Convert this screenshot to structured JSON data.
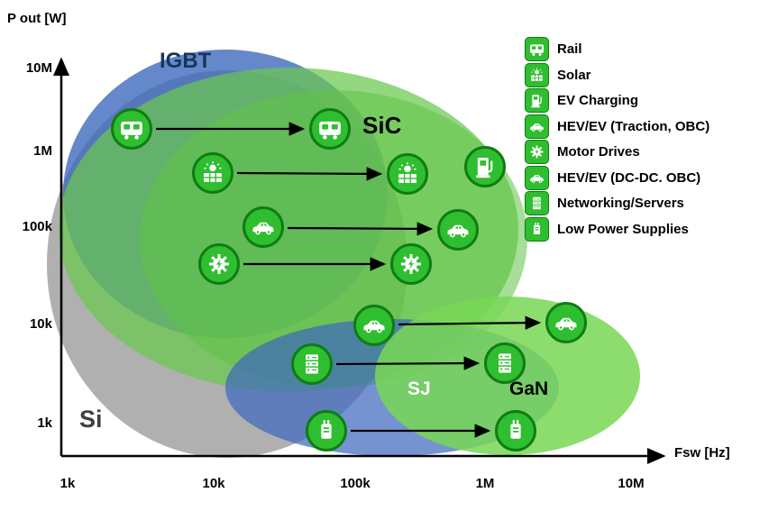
{
  "chart": {
    "y_axis_label": "P out [W]",
    "x_axis_label": "Fsw [Hz]",
    "y_ticks": [
      "10M",
      "1M",
      "100k",
      "10k",
      "1k"
    ],
    "x_ticks": [
      "1k",
      "10k",
      "100k",
      "1M",
      "10M"
    ],
    "regions": [
      {
        "label": "Si",
        "color": "#9a9a9a"
      },
      {
        "label": "IGBT",
        "color": "#3f6abe"
      },
      {
        "label": "SiC",
        "color": "#6ac84e"
      },
      {
        "label": "SJ",
        "color": "#3f6abe"
      },
      {
        "label": "GaN",
        "color": "#78d755"
      }
    ]
  },
  "legend": {
    "items": [
      {
        "icon": "rail-icon",
        "label": "Rail"
      },
      {
        "icon": "solar-icon",
        "label": "Solar"
      },
      {
        "icon": "ev-charging-icon",
        "label": "EV Charging"
      },
      {
        "icon": "hev-ev-traction-icon",
        "label": "HEV/EV (Traction, OBC)"
      },
      {
        "icon": "motor-drives-icon",
        "label": "Motor Drives"
      },
      {
        "icon": "hev-ev-dcdc-icon",
        "label": "HEV/EV (DC-DC. OBC)"
      },
      {
        "icon": "networking-servers-icon",
        "label": "Networking/Servers"
      },
      {
        "icon": "low-power-supplies-icon",
        "label": "Low Power Supplies"
      }
    ]
  },
  "chart_data": {
    "type": "scatter",
    "title": "Power semiconductor technology application map",
    "xlabel": "Fsw [Hz]",
    "ylabel": "P out [W]",
    "x_scale": "log",
    "y_scale": "log",
    "x_ticks": [
      "1k",
      "10k",
      "100k",
      "1M",
      "10M"
    ],
    "y_ticks": [
      "1k",
      "10k",
      "100k",
      "1M",
      "10M"
    ],
    "regions": [
      {
        "name": "Si",
        "approx_fsw_range_hz": [
          1000,
          130000
        ],
        "approx_pout_range_w": [
          1000,
          9000000
        ]
      },
      {
        "name": "IGBT",
        "approx_fsw_range_hz": [
          1100,
          50000
        ],
        "approx_pout_range_w": [
          40000,
          10000000
        ]
      },
      {
        "name": "SiC",
        "approx_fsw_range_hz": [
          2000,
          700000
        ],
        "approx_pout_range_w": [
          8000,
          9000000
        ]
      },
      {
        "name": "SJ",
        "approx_fsw_range_hz": [
          25000,
          1500000
        ],
        "approx_pout_range_w": [
          1000,
          25000
        ]
      },
      {
        "name": "GaN",
        "approx_fsw_range_hz": [
          200000,
          6000000
        ],
        "approx_pout_range_w": [
          1000,
          60000
        ]
      }
    ],
    "migrations": [
      {
        "application": "Rail",
        "from": {
          "fsw_hz": 3000,
          "p_out_w": 2000000
        },
        "to": {
          "fsw_hz": 65000,
          "p_out_w": 2000000
        }
      },
      {
        "application": "Solar",
        "from": {
          "fsw_hz": 10000,
          "p_out_w": 600000
        },
        "to": {
          "fsw_hz": 250000,
          "p_out_w": 600000
        }
      },
      {
        "application": "HEV/EV (Traction, OBC)",
        "from": {
          "fsw_hz": 22000,
          "p_out_w": 110000
        },
        "to": {
          "fsw_hz": 600000,
          "p_out_w": 110000
        }
      },
      {
        "application": "Motor Drives",
        "from": {
          "fsw_hz": 11000,
          "p_out_w": 50000
        },
        "to": {
          "fsw_hz": 270000,
          "p_out_w": 50000
        }
      },
      {
        "application": "HEV/EV (DC-DC. OBC)",
        "from": {
          "fsw_hz": 140000,
          "p_out_w": 12000
        },
        "to": {
          "fsw_hz": 3500000,
          "p_out_w": 12000
        }
      },
      {
        "application": "Networking/Servers",
        "from": {
          "fsw_hz": 50000,
          "p_out_w": 5000
        },
        "to": {
          "fsw_hz": 1400000,
          "p_out_w": 5000
        }
      },
      {
        "application": "Low Power Supplies",
        "from": {
          "fsw_hz": 65000,
          "p_out_w": 1000
        },
        "to": {
          "fsw_hz": 1600000,
          "p_out_w": 1000
        }
      }
    ],
    "standalone_points": [
      {
        "application": "EV Charging",
        "fsw_hz": 1000000,
        "p_out_w": 700000
      }
    ]
  }
}
